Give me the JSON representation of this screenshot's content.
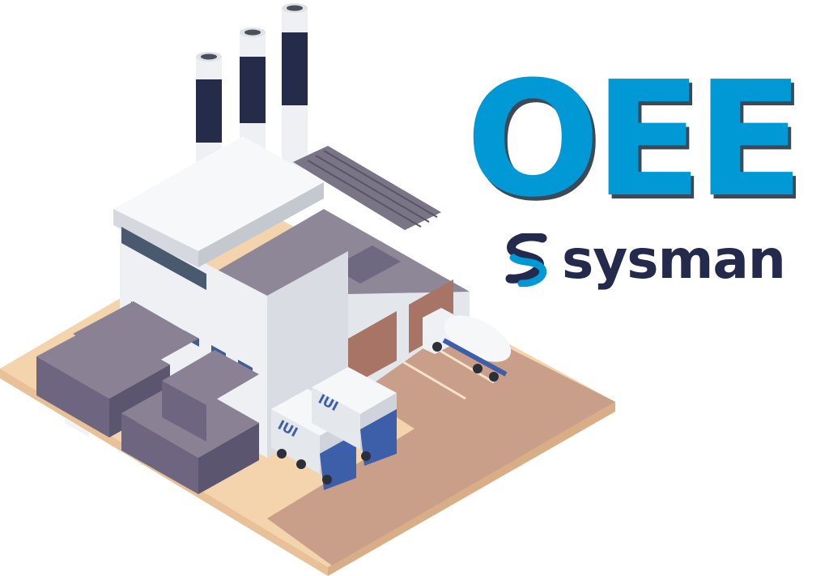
{
  "title": {
    "text": "OEE"
  },
  "brand": {
    "name": "sysman",
    "icon": "sysman-logo-icon"
  },
  "truck_logo": "IUI",
  "colors": {
    "accent": "#0099d6",
    "brand_navy": "#232a4c",
    "ground_light": "#f2d2aa",
    "ground_dark": "#c79e86",
    "wall_white": "#eef0f3",
    "roof_purple": "#8e8798",
    "stack_navy": "#242c4a",
    "truck_blue": "#3d5ea8"
  }
}
